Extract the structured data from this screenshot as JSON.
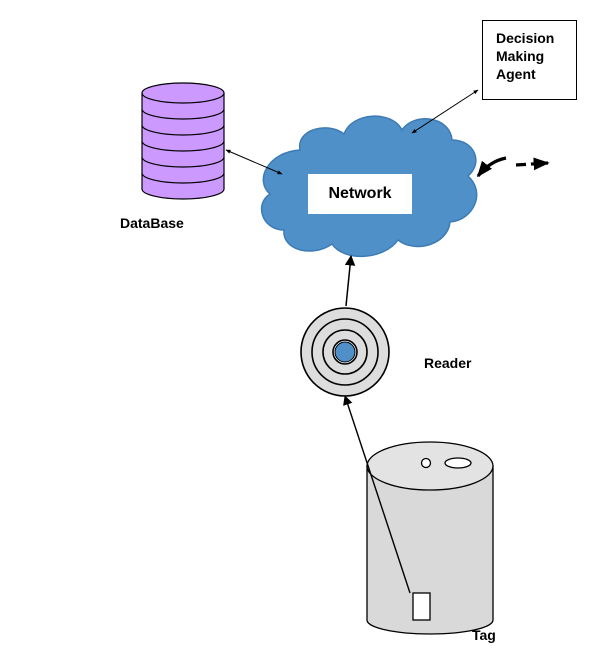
{
  "labels": {
    "agent_line1": "Decision",
    "agent_line2": "Making",
    "agent_line3": "Agent",
    "database": "DataBase",
    "network": "Network",
    "reader": "Reader",
    "tag": "Tag"
  },
  "colors": {
    "database_fill": "#cc99ff",
    "network_fill": "#4f90c8",
    "reader_center": "#4f90c8",
    "tag_body": "#d9d9d9",
    "stroke": "#000000"
  },
  "icons": {
    "database": "database-cylinder-icon",
    "network": "cloud-icon",
    "reader": "concentric-rings-icon",
    "tag": "canister-icon"
  }
}
